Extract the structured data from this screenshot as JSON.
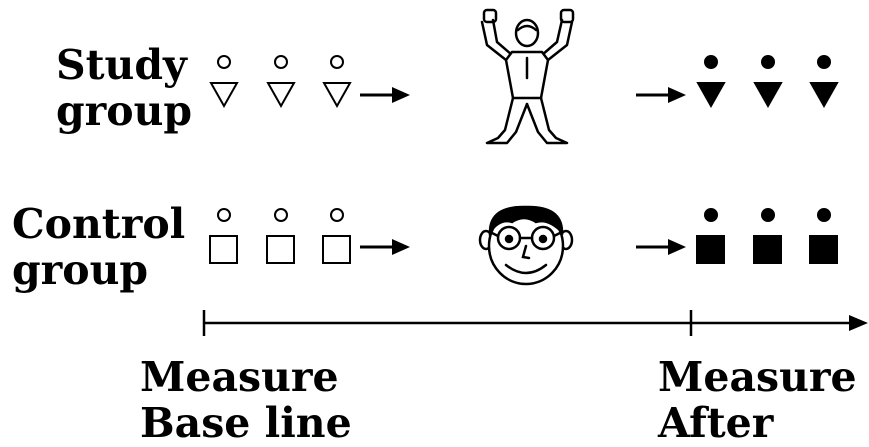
{
  "rows": [
    {
      "label_line1": "Study",
      "label_line2": "group"
    },
    {
      "label_line1": "Control",
      "label_line2": "group"
    }
  ],
  "timeline": {
    "baseline_label_line1": "Measure",
    "baseline_label_line2": "Base line",
    "after_label_line1": "Measure",
    "after_label_line2": "After"
  }
}
